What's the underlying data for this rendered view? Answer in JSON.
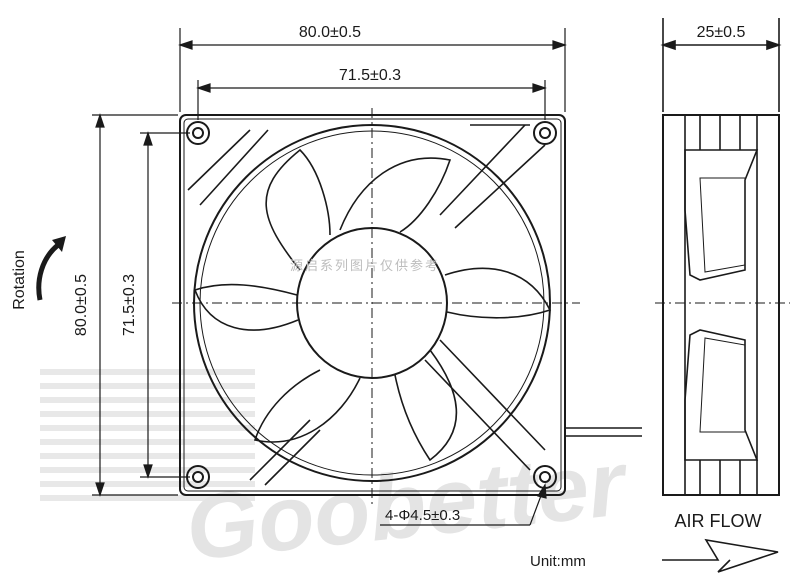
{
  "dimensions": {
    "top_outer_width": "80.0±0.5",
    "top_hole_spacing": "71.5±0.3",
    "side_depth": "25±0.5",
    "left_outer_height": "80.0±0.5",
    "left_hole_spacing": "71.5±0.3",
    "mount_holes": "4-Φ4.5±0.3"
  },
  "labels": {
    "rotation": "Rotation",
    "air_flow": "AIR FLOW",
    "unit": "Unit:mm"
  },
  "watermark": {
    "chinese_text": "源启系列图片仅供参考",
    "brand": "Goobetter"
  },
  "colors": {
    "line": "#1a1a1a",
    "watermark": "#cfcfcf"
  }
}
